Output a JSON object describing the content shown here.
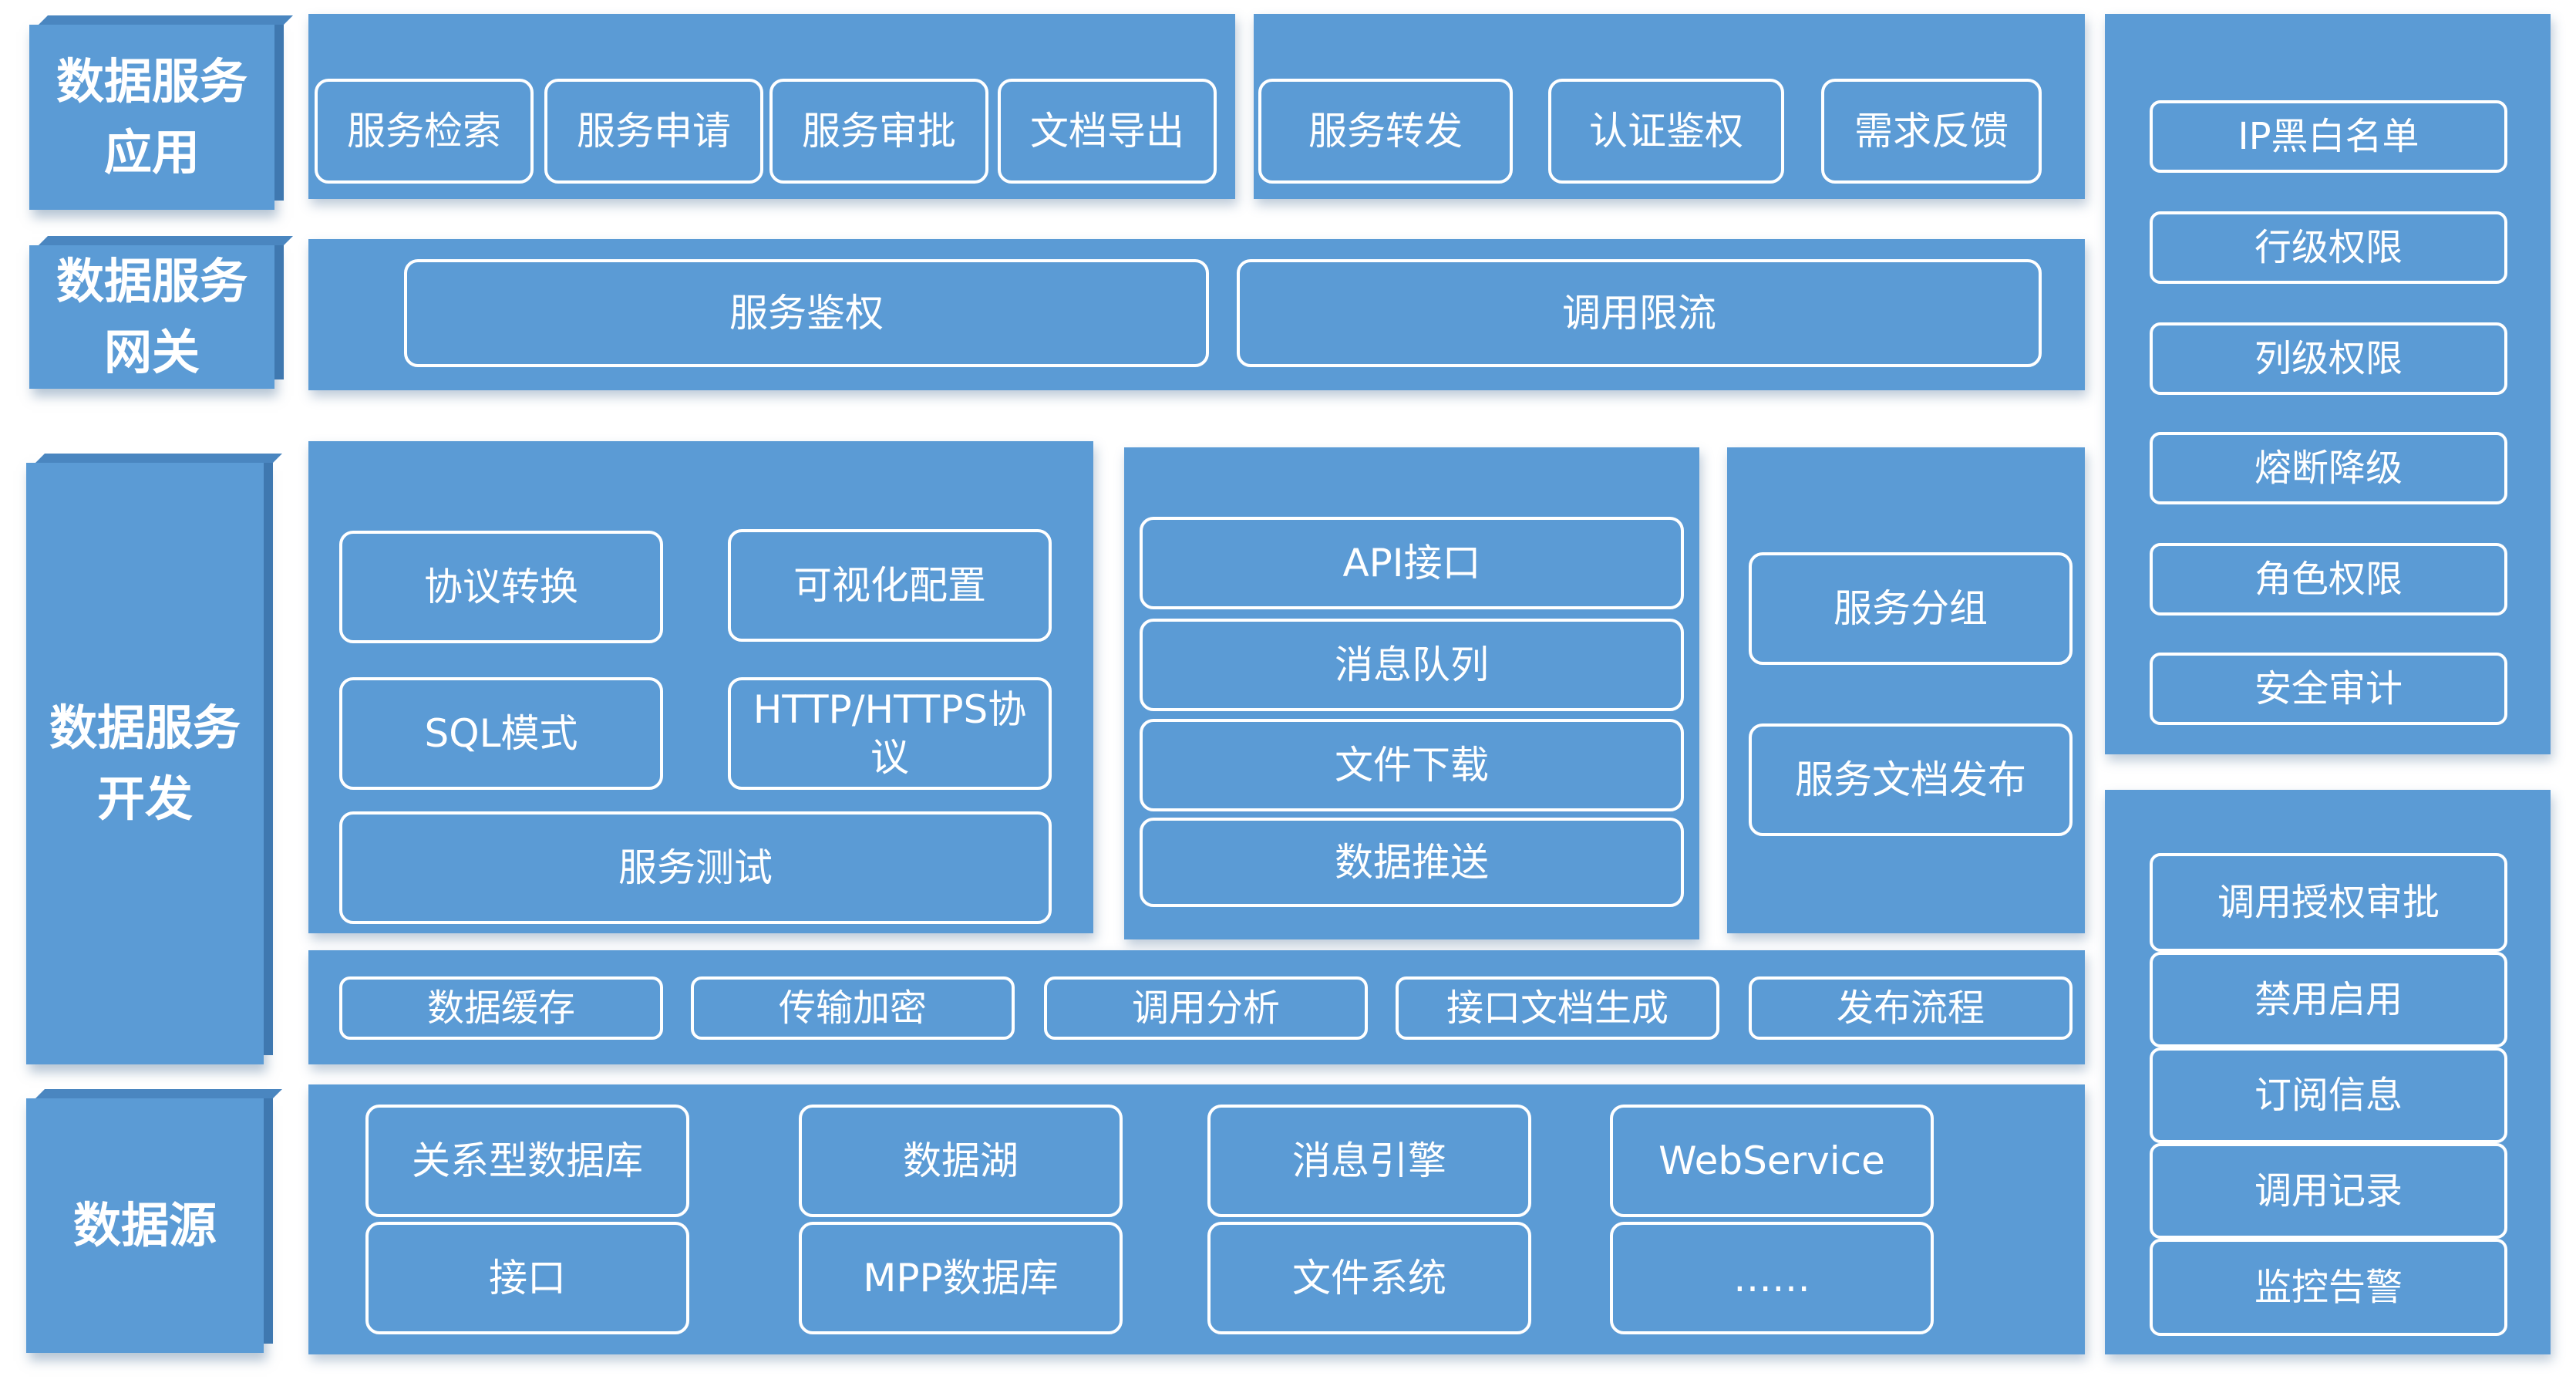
{
  "layers": {
    "application": "数据服务\n应用",
    "gateway": "数据服务\n网关",
    "development": "数据服务\n开发",
    "source": "数据源"
  },
  "application": {
    "group1": [
      "服务检索",
      "服务申请",
      "服务审批",
      "文档导出"
    ],
    "group2": [
      "服务转发",
      "认证鉴权",
      "需求反馈"
    ]
  },
  "gateway": {
    "items": [
      "服务鉴权",
      "调用限流"
    ]
  },
  "development": {
    "config": {
      "protocol_convert": "协议转换",
      "visual_config": "可视化配置",
      "sql_mode": "SQL模式",
      "http_protocol": "HTTP/HTTPS协议",
      "service_test": "服务测试"
    },
    "interfaces": [
      "API接口",
      "消息队列",
      "文件下载",
      "数据推送"
    ],
    "publish": [
      "服务分组",
      "服务文档发布"
    ],
    "common": [
      "数据缓存",
      "传输加密",
      "调用分析",
      "接口文档生成",
      "发布流程"
    ]
  },
  "source": {
    "items": [
      "关系型数据库",
      "接口",
      "数据湖",
      "MPP数据库",
      "消息引擎",
      "文件系统",
      "WebService",
      "……"
    ]
  },
  "security": {
    "items": [
      "IP黑白名单",
      "行级权限",
      "列级权限",
      "熔断降级",
      "角色权限",
      "安全审计"
    ]
  },
  "management": {
    "items": [
      "调用授权审批",
      "禁用启用",
      "订阅信息",
      "调用记录",
      "监控告警"
    ]
  }
}
